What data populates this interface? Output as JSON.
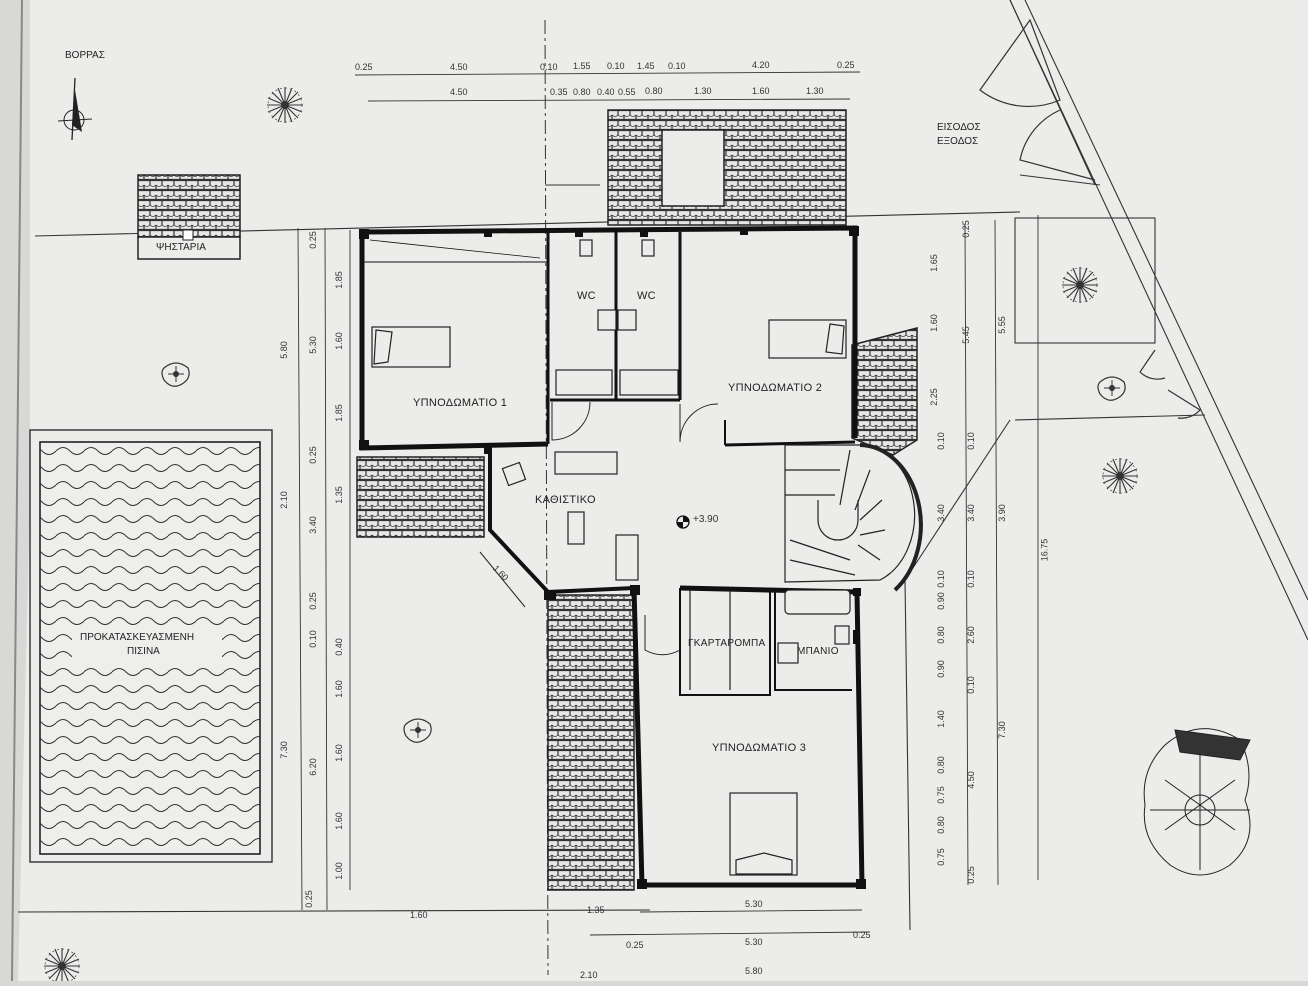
{
  "north_label": "ΒΟΡΡΑΣ",
  "entrance_exit": [
    "ΕΙΣΟΔΟΣ",
    "ΕΞΟΔΟΣ"
  ],
  "pergola_label": "ΨΗΣΤΑΡΙΑ",
  "pool_label": [
    "ΠΡΟΚΑΤΑΣΚΕΥΑΣΜΕΝΗ",
    "ΠΙΣΙΝΑ"
  ],
  "rooms": {
    "bedroom1": "ΥΠΝΟΔΩΜΑΤΙΟ 1",
    "bedroom2": "ΥΠΝΟΔΩΜΑΤΙΟ 2",
    "bedroom3": "ΥΠΝΟΔΩΜΑΤΙΟ 3",
    "wc1": "WC",
    "wc2": "WC",
    "living": "ΚΑΘΙΣΤΙΚΟ",
    "wardrobe": "ΓΚΑΡΤΑΡΟΜΠΑ",
    "bathroom": "ΜΠΑΝΙΟ"
  },
  "level_mark": "+3.90",
  "dims_top_row1": [
    "0.25",
    "4.50",
    "0.10",
    "1.55",
    "0.10",
    "1.45",
    "0.10",
    "4.20",
    "0.25"
  ],
  "dims_top_row2": [
    "4.50",
    "0.35",
    "0.80",
    "0.40",
    "0.55",
    "0.80",
    "1.30",
    "1.60",
    "1.30"
  ],
  "dims_left_outer": [
    "5.80",
    "2.10",
    "7.30"
  ],
  "dims_left_mid": [
    "0.25",
    "5.30",
    "0.25",
    "3.40",
    "0.25",
    "0.10",
    "6.20",
    "0.25"
  ],
  "dims_left_inner": [
    "1.85",
    "1.60",
    "1.85",
    "1.35",
    "0.40",
    "1.60",
    "1.60",
    "1.60",
    "1.00"
  ],
  "dims_right_inner": [
    "1.65",
    "1.60",
    "2.25",
    "0.10",
    "3.40",
    "0.10",
    "0.90",
    "0.80",
    "0.90",
    "1.40",
    "0.80",
    "0.75",
    "0.80",
    "0.75"
  ],
  "dims_right_mid": [
    "0.25",
    "5.45",
    "0.10",
    "3.40",
    "0.10",
    "2.60",
    "0.10",
    "4.50",
    "0.25"
  ],
  "dims_right_outer": [
    "5.55",
    "3.90",
    "7.30"
  ],
  "dims_right_total": "16.75",
  "dims_bottom": [
    "1.60",
    "1.35",
    "5.30",
    "0.25",
    "5.30",
    "0.25",
    "2.10",
    "5.80"
  ],
  "diag_dim": "1.60"
}
